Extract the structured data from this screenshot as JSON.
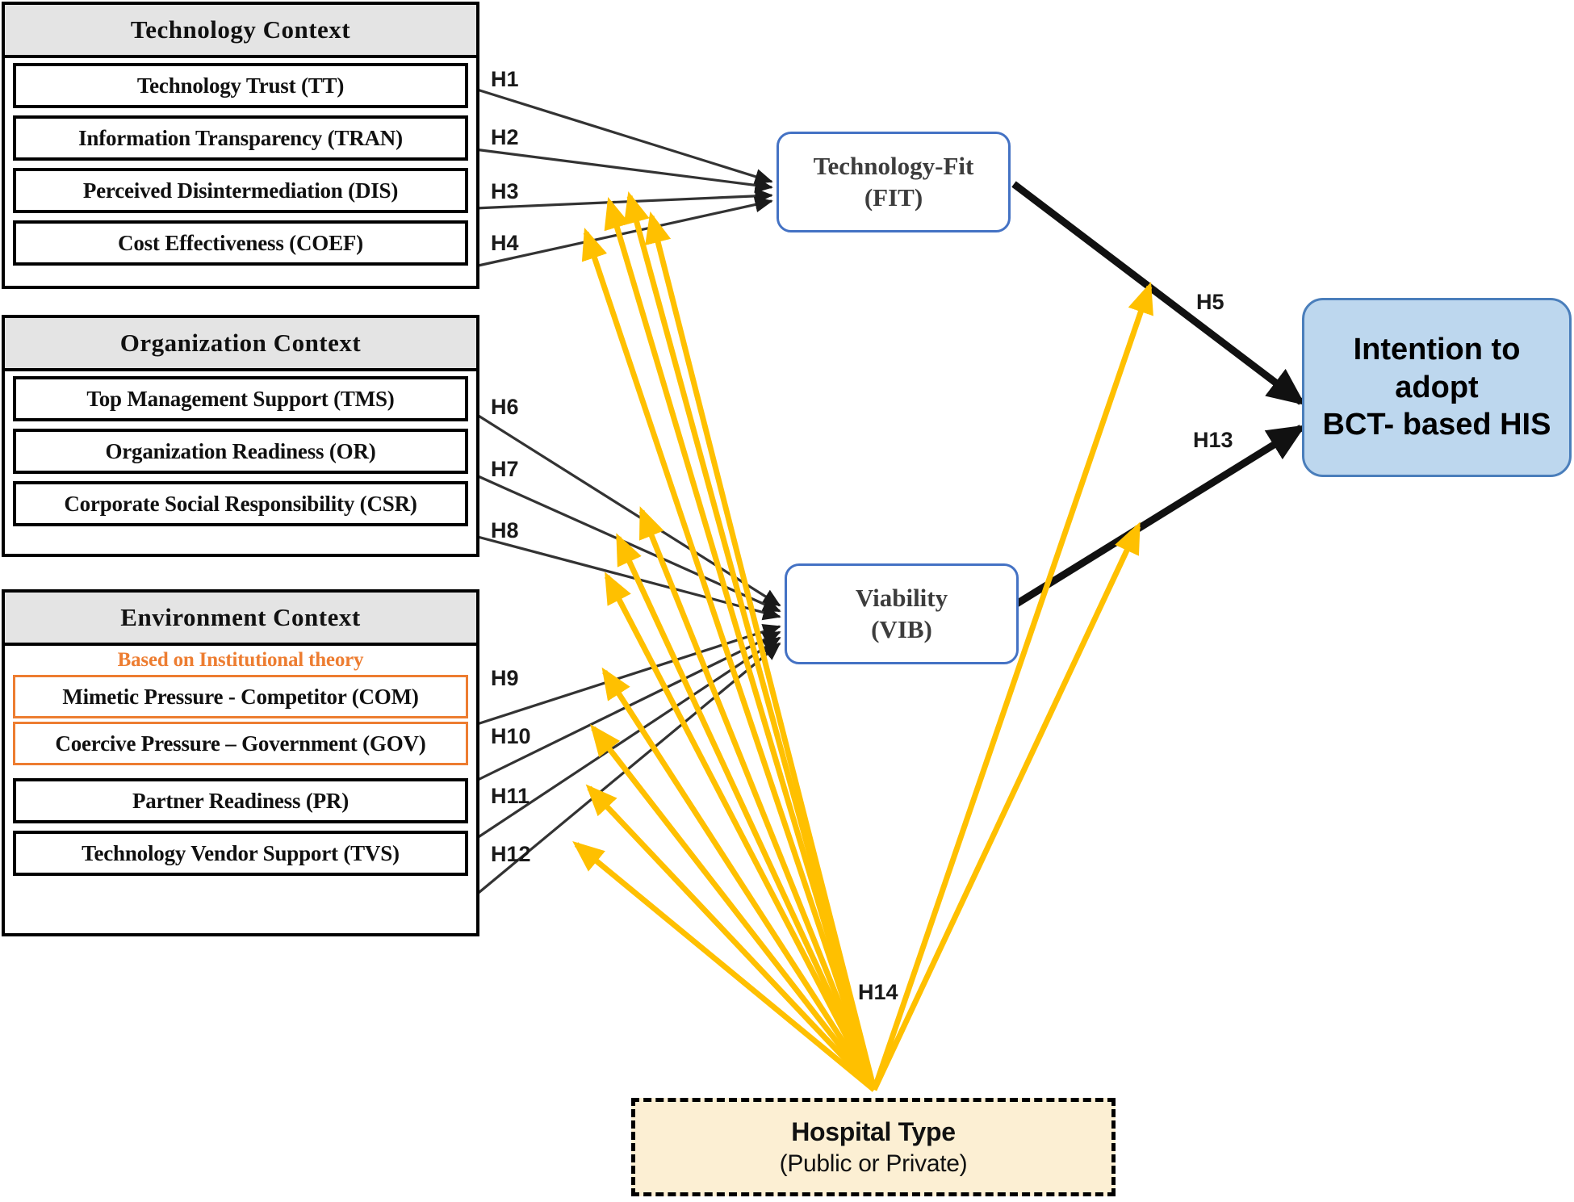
{
  "diagram": {
    "title": "Research model: TOE framework for BCT-based HIS adoption intention",
    "colors": {
      "group_header_fill": "#e4e4e4",
      "group_border": "#000000",
      "construct_border": "#000000",
      "institutional_accent": "#ed7d31",
      "mediator_border": "#4472c4",
      "outcome_fill": "#bdd7ee",
      "outcome_border": "#4a7ebb",
      "moderator_fill": "#fcefd3",
      "moderator_border": "#000000",
      "direct_path": "#1a1a1a",
      "moderation_path": "#ffc000"
    }
  },
  "groups": [
    {
      "id": "technology",
      "header": "Technology Context",
      "note": null,
      "constructs": [
        {
          "label": "Technology Trust (TT)",
          "code": "TT",
          "accent": false
        },
        {
          "label": "Information Transparency (TRAN)",
          "code": "TRAN",
          "accent": false
        },
        {
          "label": "Perceived Disintermediation (DIS)",
          "code": "DIS",
          "accent": false
        },
        {
          "label": "Cost Effectiveness (COEF)",
          "code": "COEF",
          "accent": false
        }
      ]
    },
    {
      "id": "organization",
      "header": "Organization Context",
      "note": null,
      "constructs": [
        {
          "label": "Top Management Support (TMS)",
          "code": "TMS",
          "accent": false
        },
        {
          "label": "Organization Readiness (OR)",
          "code": "OR",
          "accent": false
        },
        {
          "label": "Corporate Social Responsibility (CSR)",
          "code": "CSR",
          "accent": false
        }
      ]
    },
    {
      "id": "environment",
      "header": "Environment Context",
      "note": "Based on Institutional theory",
      "constructs": [
        {
          "label": "Mimetic Pressure - Competitor (COM)",
          "code": "COM",
          "accent": true
        },
        {
          "label": "Coercive Pressure – Government (GOV)",
          "code": "GOV",
          "accent": true
        },
        {
          "label": "Partner Readiness (PR)",
          "code": "PR",
          "accent": false
        },
        {
          "label": "Technology Vendor Support (TVS)",
          "code": "TVS",
          "accent": false
        }
      ]
    }
  ],
  "mediators": [
    {
      "id": "fit",
      "line1": "Technology-Fit",
      "line2": "(FIT)"
    },
    {
      "id": "vib",
      "line1": "Viability",
      "line2": "(VIB)"
    }
  ],
  "outcome": {
    "id": "intention",
    "line1": "Intention to",
    "line2": "adopt",
    "line3": "BCT- based HIS"
  },
  "moderator": {
    "id": "hospital-type",
    "line1": "Hospital Type",
    "line2": "(Public or Private)"
  },
  "hypotheses": [
    {
      "id": "H1",
      "label": "H1",
      "from": "TT",
      "to": "FIT"
    },
    {
      "id": "H2",
      "label": "H2",
      "from": "TRAN",
      "to": "FIT"
    },
    {
      "id": "H3",
      "label": "H3",
      "from": "DIS",
      "to": "FIT"
    },
    {
      "id": "H4",
      "label": "H4",
      "from": "COEF",
      "to": "FIT"
    },
    {
      "id": "H5",
      "label": "H5",
      "from": "FIT",
      "to": "Intention"
    },
    {
      "id": "H6",
      "label": "H6",
      "from": "TMS",
      "to": "VIB"
    },
    {
      "id": "H7",
      "label": "H7",
      "from": "OR",
      "to": "VIB"
    },
    {
      "id": "H8",
      "label": "H8",
      "from": "CSR",
      "to": "VIB"
    },
    {
      "id": "H9",
      "label": "H9",
      "from": "COM",
      "to": "VIB"
    },
    {
      "id": "H10",
      "label": "H10",
      "from": "GOV",
      "to": "VIB"
    },
    {
      "id": "H11",
      "label": "H11",
      "from": "PR",
      "to": "VIB"
    },
    {
      "id": "H12",
      "label": "H12",
      "from": "TVS",
      "to": "VIB"
    },
    {
      "id": "H13",
      "label": "H13",
      "from": "VIB",
      "to": "Intention"
    },
    {
      "id": "H14",
      "label": "H14",
      "from": "Hospital Type",
      "to": "all paths"
    }
  ]
}
